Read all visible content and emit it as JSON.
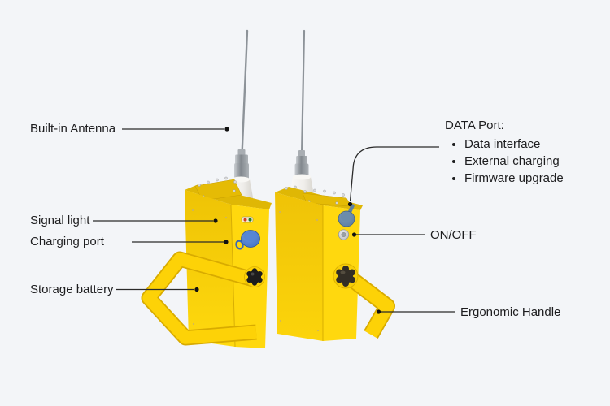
{
  "annotations": {
    "builtin_antenna": "Built-in Antenna",
    "signal_light": "Signal light",
    "charging_port": "Charging port",
    "storage_battery": "Storage battery",
    "data_port": {
      "heading": "DATA Port:",
      "items": [
        "Data interface",
        "External charging",
        "Firmware upgrade"
      ]
    },
    "on_off": "ON/OFF",
    "ergonomic_handle": "Ergonomic Handle"
  },
  "colors": {
    "background": "#f3f5f8",
    "text": "#1d1d1f",
    "pointer": "#2a2a2a",
    "body_yellow": "#ffd80e",
    "body_yellow_deep": "#f0c406",
    "handle_yellow": "#fdd207",
    "handle_edge": "#d8ab00",
    "charging_port_blue": "#3f6fc2",
    "data_port_blue": "#5c82ab",
    "signal_red": "#d23a22",
    "signal_green": "#1f7a2d",
    "metal_gray": "#8d9399",
    "insulator_white": "#f1efec",
    "knob_dark": "#1d1d1d"
  }
}
